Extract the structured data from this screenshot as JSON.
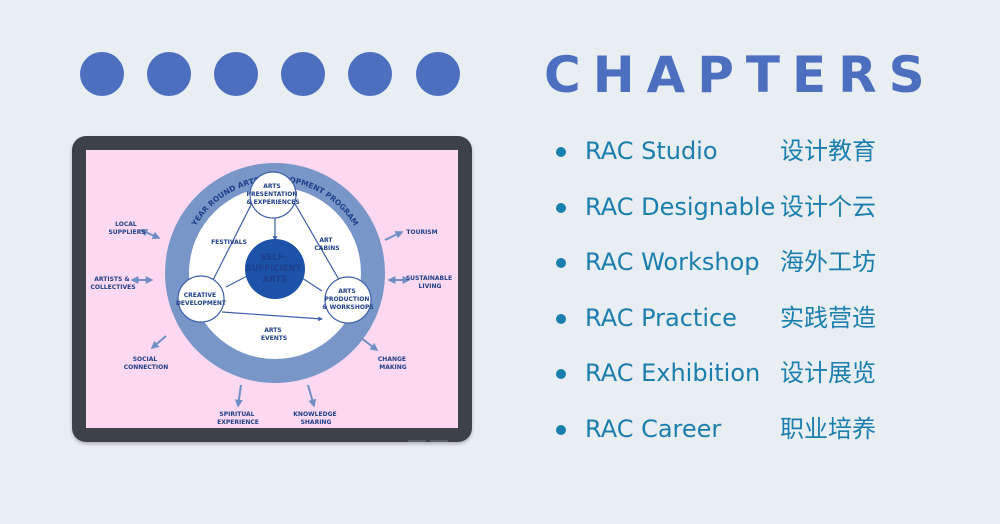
{
  "header": {
    "title": "CHAPTERS"
  },
  "colors": {
    "accent": "#4d6fbf",
    "list_text": "#1a7fae",
    "background": "#e9eef3",
    "screen": "#fcd9f0",
    "ring": "#7896c8"
  },
  "chapters": [
    {
      "en": "RAC Studio",
      "zh": "设计教育"
    },
    {
      "en": "RAC Designable",
      "zh": "设计个云"
    },
    {
      "en": "RAC Workshop",
      "zh": "海外工坊"
    },
    {
      "en": "RAC Practice",
      "zh": "实践营造"
    },
    {
      "en": "RAC Exhibition",
      "zh": "设计展览"
    },
    {
      "en": "RAC Career",
      "zh": "职业培养"
    }
  ],
  "diagram": {
    "ring_title": "YEAR ROUND ARTS DEVELOPMENT PROGRAM",
    "center": [
      "SELF-",
      "SUFFICIENT",
      "ARTS"
    ],
    "nodes": {
      "presentation": [
        "ARTS",
        "PRESENTATION",
        "& EXPERIENCES"
      ],
      "creative": [
        "CREATIVE",
        "DEVELOPMENT"
      ],
      "production": [
        "ARTS",
        "PRODUCTION",
        "& WORKSHOPS"
      ]
    },
    "inner_labels": {
      "festivals": [
        "FESTIVALS"
      ],
      "art_cabins": [
        "ART",
        "CABINS"
      ],
      "arts_events": [
        "ARTS",
        "EVENTS"
      ]
    },
    "outer_labels": {
      "local_suppliers": [
        "LOCAL",
        "SUPPLIERS"
      ],
      "artists": [
        "ARTISTS &",
        "COLLECTIVES"
      ],
      "social": [
        "SOCIAL",
        "CONNECTION"
      ],
      "spiritual": [
        "SPIRITUAL",
        "EXPERIENCE"
      ],
      "knowledge": [
        "KNOWLEDGE",
        "SHARING"
      ],
      "change": [
        "CHANGE",
        "MAKING"
      ],
      "sustainable": [
        "SUSTAINABLE",
        "LIVING"
      ],
      "tourism": [
        "TOURISM"
      ]
    }
  }
}
